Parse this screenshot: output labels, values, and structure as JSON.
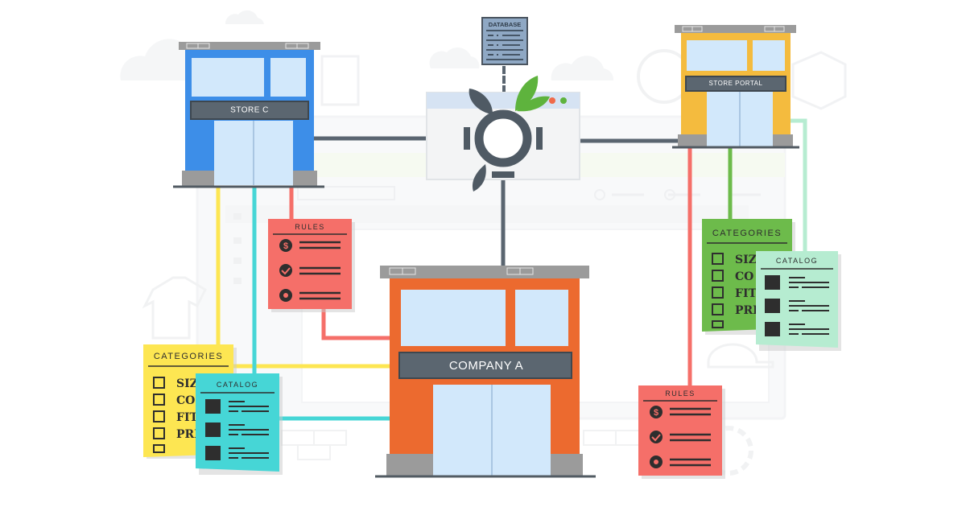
{
  "diagram": {
    "hub": {
      "database_label": "DATABASE"
    },
    "stores": {
      "store_c": {
        "sign": "STORE C"
      },
      "store_portal": {
        "sign": "STORE PORTAL"
      },
      "company_a": {
        "sign": "COMPANY A"
      }
    },
    "cards": {
      "rules_left": {
        "title": "RULES"
      },
      "rules_right": {
        "title": "RULES"
      },
      "categories_left": {
        "title": "CATEGORIES",
        "items": [
          "SIZ",
          "CO",
          "FIT",
          "PRI"
        ]
      },
      "categories_right": {
        "title": "CATEGORIES",
        "items": [
          "SIZ",
          "CO",
          "FIT",
          "PRI"
        ]
      },
      "catalog_left": {
        "title": "CATALOG"
      },
      "catalog_right": {
        "title": "CATALOG"
      }
    },
    "colors": {
      "store_c": "#3d8ee8",
      "store_portal": "#f4bb3e",
      "company_a": "#ec6a2f",
      "rules_card": "#f56f69",
      "categories_left_card": "#fde652",
      "categories_right_card": "#6dbb4b",
      "catalog_card": "#46d6d6",
      "catalog_right_card": "#b6ecd1",
      "connector_dark": "#5a6570",
      "leaf_green": "#5eb33d"
    },
    "icons": [
      "database-icon",
      "dollar-icon",
      "check-icon",
      "gear-icon",
      "leaf-icon"
    ]
  }
}
